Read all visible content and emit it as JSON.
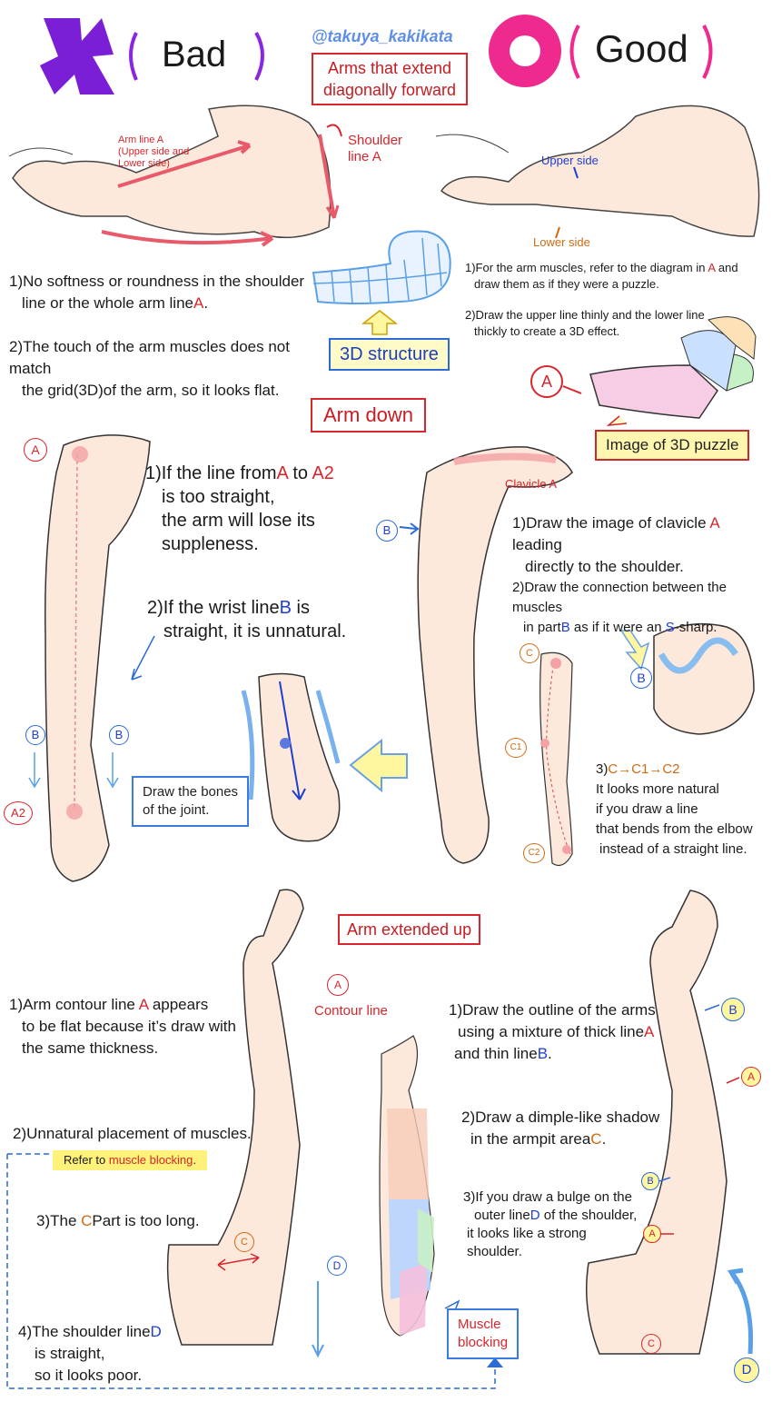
{
  "header": {
    "bad_label": "Bad",
    "good_label": "Good",
    "watermark": "@takuya_kakikata",
    "section1_title_line1": "Arms that extend",
    "section1_title_line2": "diagonally forward",
    "colors": {
      "bad": "#7a1fd6",
      "good": "#ef2a8f",
      "red": "#d8262c",
      "blue": "#2a6bd6"
    }
  },
  "s1": {
    "arm_line_a_l1": "Arm line A",
    "arm_line_a_l2": "(Upper side and",
    "arm_line_a_l3": "Lower side)",
    "shoulder_l1": "Shoulder",
    "shoulder_l2": "line A",
    "upper_side": "Upper side",
    "lower_side": "Lower side",
    "bad1_l1": "1)No softness or roundness in the shoulder",
    "bad1_l2": "line or the whole arm line",
    "bad1_a": "A",
    "bad1_end": ".",
    "bad2_l1": "2)The touch of the arm muscles does not match",
    "bad2_l2": "the grid(3D)of the arm, so it looks flat.",
    "structure_label": "3D structure",
    "good1_l1a": "1)For the arm muscles, refer to the diagram in ",
    "good1_a": "A",
    "good1_l1b": " and",
    "good1_l2": "draw them as if they were a puzzle.",
    "good2_l1": "2)Draw the upper line thinly and the lower line",
    "good2_l2": "thickly to create a 3D effect.",
    "circle_a": "A",
    "puzzle_label": "Image of 3D puzzle"
  },
  "s2": {
    "title": "Arm down",
    "circle_a": "A",
    "circle_a2": "A2",
    "circle_b": "B",
    "bad1_l1a": "1)If the line from",
    "bad1_a": "A",
    "bad1_to": " to ",
    "bad1_a2": "A2",
    "bad1_l2": "is too straight,",
    "bad1_l3": "the arm will lose its",
    "bad1_l4": "suppleness.",
    "bad2_l1a": "2)If the wrist line",
    "bad2_b": "B",
    "bad2_l1b": " is",
    "bad2_l2": "straight, it is unnatural.",
    "bones_l1": "Draw the bones",
    "bones_l2": "of the joint.",
    "clavicle": "Clavicle A",
    "good1_l1a": "1)Draw the image of clavicle ",
    "good1_a": "A",
    "good1_l1b": " leading",
    "good1_l2": "directly to the shoulder.",
    "good2_l1": "2)Draw the connection between the muscles",
    "good2_l2a": "in part",
    "good2_b": "B",
    "good2_l2b": " as if it were an ",
    "good2_s": "S",
    "good2_l2c": "-sharp.",
    "circle_c": "C",
    "circle_c1": "C1",
    "circle_c2": "C2",
    "good3_l1a": "3)",
    "good3_c": "C→C1→C2",
    "good3_l2": "It looks more natural",
    "good3_l3": "if you draw a line",
    "good3_l4": "that bends from the elbow",
    "good3_l5": "instead of a straight line."
  },
  "s3": {
    "title": "Arm extended up",
    "contour": "Contour line",
    "circle_a": "A",
    "circle_b": "B",
    "circle_c": "C",
    "circle_d": "D",
    "bad1_l1a": "1)Arm contour line ",
    "bad1_a": "A",
    "bad1_l1b": " appears",
    "bad1_l2": "to be flat because it’s draw with",
    "bad1_l3": "the same thickness.",
    "bad2": "2)Unnatural placement of muscles.",
    "refer_a": "Refer to ",
    "refer_b": "muscle blocking",
    "refer_c": ".",
    "bad3a": "3)The ",
    "bad3c": "C",
    "bad3b": "Part is too long.",
    "bad4_l1a": "4)The shoulder line",
    "bad4_d": "D",
    "bad4_l2": "is straight,",
    "bad4_l3": "so it looks poor.",
    "muscle_l1": "Muscle",
    "muscle_l2": "blocking",
    "good1_l1": "1)Draw the outline of the arms",
    "good1_l2a": "using a mixture of thick line",
    "good1_a": "A",
    "good1_l3a": "and thin line",
    "good1_b": "B",
    "good1_end": ".",
    "good2_l1": "2)Draw a dimple-like shadow",
    "good2_l2a": "in the armpit area",
    "good2_c": "C",
    "good2_end": ".",
    "good3_l1": "3)If you draw a bulge on the",
    "good3_l2a": "outer line",
    "good3_d": "D",
    "good3_l2b": " of the shoulder,",
    "good3_l3": "it looks like a strong shoulder."
  }
}
